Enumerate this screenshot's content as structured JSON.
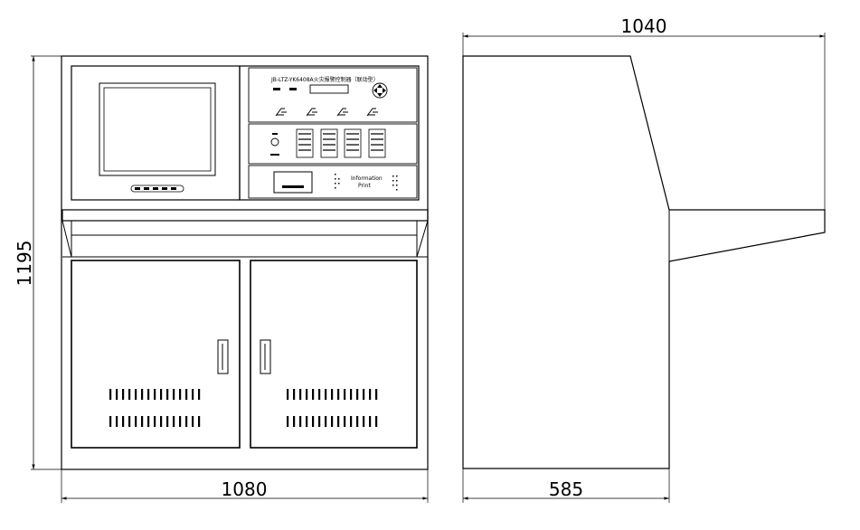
{
  "dimensions": {
    "height": "1195",
    "width_front": "1080",
    "depth_top": "1040",
    "depth_base": "585"
  },
  "panel": {
    "model": "JB-LTZ-YK6408A火灾报警控制器（联动型）",
    "info_line1": "Information",
    "info_line2": "Print"
  }
}
